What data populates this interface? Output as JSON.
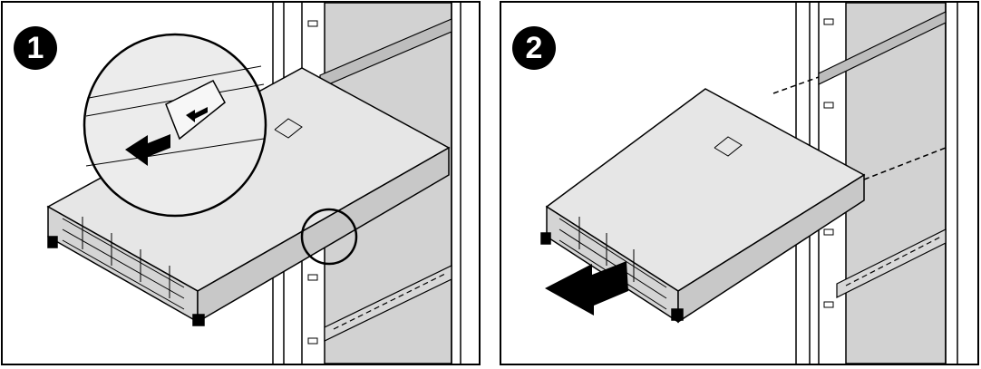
{
  "steps": [
    {
      "number": "1"
    },
    {
      "number": "2"
    }
  ],
  "colors": {
    "outline": "#000000",
    "chassis_top": "#e6e6e6",
    "chassis_front": "#d4d4d4",
    "rack_fill": "#cfcfcf",
    "rail": "#bdbdbd",
    "arrow": "#000000"
  },
  "icons": [
    "step-badge",
    "pull-direction-arrow",
    "release-tab-arrow",
    "magnifier-callout"
  ]
}
